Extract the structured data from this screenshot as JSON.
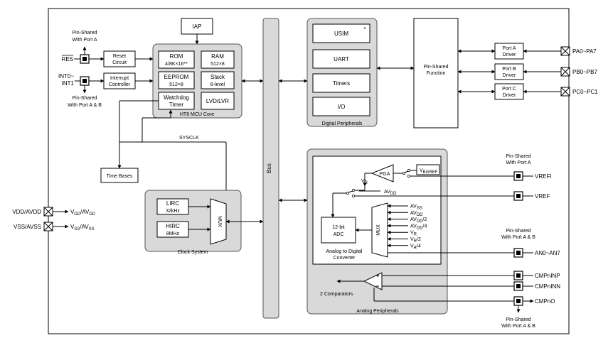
{
  "blocks": {
    "iap": "IAP",
    "rom": [
      "ROM",
      "4/8K×16**"
    ],
    "ram": [
      "RAM",
      "512×8"
    ],
    "eeprom": [
      "EEPROM",
      "512×8"
    ],
    "stack": [
      "Stack",
      "8-level"
    ],
    "watchdog": [
      "Watchdog",
      "Timer"
    ],
    "lvd": "LVD/LVR",
    "core_label": "HT8 MCU Core",
    "reset": [
      "Reset",
      "Circuit"
    ],
    "interrupt": [
      "Interrupt",
      "Controller"
    ],
    "time_bases": "Time Bases",
    "lirc": [
      "LIRC",
      "32kHz"
    ],
    "hirc": [
      "HIRC",
      "8MHz"
    ],
    "clock_mux": "MUX",
    "clock_label": "Clock System",
    "bus": "Bus",
    "sysclk": "SYSCLK",
    "usim": "USIM",
    "usim_mark": "*",
    "uart": "UART",
    "timers": "Timers",
    "io": "I/O",
    "digital_label": "Digital Peripherals",
    "pin_shared_func": [
      "Pin-Shared",
      "Function"
    ],
    "port_a_driver": [
      "Port A",
      "Driver"
    ],
    "port_b_driver": [
      "Port B",
      "Driver"
    ],
    "port_c_driver": [
      "Port C",
      "Driver"
    ],
    "pga": "PGA",
    "vbgref": "V",
    "vbgref_sub": "BGREF",
    "vr": "V",
    "vr_sub": "R",
    "avdd_sw": "AV",
    "avdd_sw_sub": "DD",
    "adc": [
      "12-bit",
      "ADC"
    ],
    "adc_mux": "MUX",
    "adc_inputs": [
      {
        "main": "AV",
        "sub": "SS",
        "suffix": ""
      },
      {
        "main": "AV",
        "sub": "DD",
        "suffix": ""
      },
      {
        "main": "AV",
        "sub": "DD",
        "suffix": "/2"
      },
      {
        "main": "AV",
        "sub": "DD",
        "suffix": "/4"
      },
      {
        "main": "V",
        "sub": "R",
        "suffix": ""
      },
      {
        "main": "V",
        "sub": "R",
        "suffix": "/2"
      },
      {
        "main": "V",
        "sub": "R",
        "suffix": "/4"
      }
    ],
    "adc_label": [
      "Analog to Digital",
      "Converter"
    ],
    "comparators": "2 Comparators",
    "analog_label": "Analog Peripherals"
  },
  "pins": {
    "res": "RES",
    "int": [
      "INT0~",
      "INT1"
    ],
    "vdd": "VDD/AVDD",
    "vss": "VSS/AVSS",
    "vdd_int": {
      "main": "V",
      "sub": "DD",
      "mid": "/AV",
      "sub2": "DD"
    },
    "vss_int": {
      "main": "V",
      "sub": "SS",
      "mid": "/AV",
      "sub2": "SS"
    },
    "pa": "PA0~PA7",
    "pb": "PB0~PB7",
    "pc": "PC0~PC1",
    "vrefi": "VREFI",
    "vref": "VREF",
    "an": "AN0~AN7",
    "cmpninp": "CMPnINP",
    "cmpninn": "CMPnINN",
    "cmpno": "CMPnO"
  },
  "notes": {
    "ps_port_a_left": [
      "Pin-Shared",
      "With Port A"
    ],
    "ps_port_ab_left": [
      "Pin-Shared",
      "With Port A & B"
    ],
    "ps_port_a_right": [
      "Pin-Shared",
      "With Port A"
    ],
    "ps_port_ab_right1": [
      "Pin-Shared",
      "With Port A & B"
    ],
    "ps_port_ab_right2": [
      "Pin-Shared",
      "With Port A & B"
    ]
  }
}
